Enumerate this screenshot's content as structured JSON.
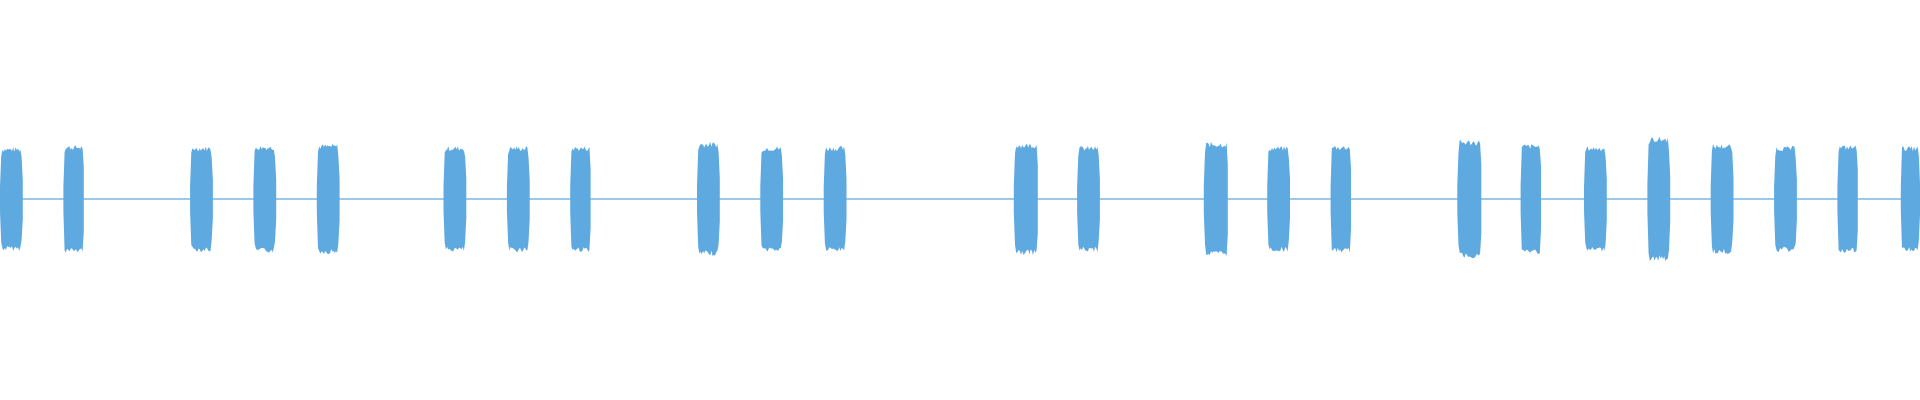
{
  "waveform": {
    "color": "#5DA9E0",
    "background": "#ffffff",
    "center_level": 0,
    "bursts": [
      {
        "start": 0.0,
        "end": 0.012,
        "peak": 0.5
      },
      {
        "start": 0.033,
        "end": 0.044,
        "peak": 0.52
      },
      {
        "start": 0.099,
        "end": 0.111,
        "peak": 0.51
      },
      {
        "start": 0.132,
        "end": 0.144,
        "peak": 0.52
      },
      {
        "start": 0.165,
        "end": 0.177,
        "peak": 0.53
      },
      {
        "start": 0.231,
        "end": 0.243,
        "peak": 0.51
      },
      {
        "start": 0.264,
        "end": 0.276,
        "peak": 0.51
      },
      {
        "start": 0.297,
        "end": 0.308,
        "peak": 0.51
      },
      {
        "start": 0.363,
        "end": 0.375,
        "peak": 0.55
      },
      {
        "start": 0.396,
        "end": 0.408,
        "peak": 0.51
      },
      {
        "start": 0.429,
        "end": 0.441,
        "peak": 0.51
      },
      {
        "start": 0.528,
        "end": 0.541,
        "peak": 0.54
      },
      {
        "start": 0.561,
        "end": 0.573,
        "peak": 0.51
      },
      {
        "start": 0.627,
        "end": 0.64,
        "peak": 0.55
      },
      {
        "start": 0.66,
        "end": 0.672,
        "peak": 0.51
      },
      {
        "start": 0.693,
        "end": 0.704,
        "peak": 0.52
      },
      {
        "start": 0.759,
        "end": 0.772,
        "peak": 0.57
      },
      {
        "start": 0.792,
        "end": 0.803,
        "peak": 0.53
      },
      {
        "start": 0.825,
        "end": 0.837,
        "peak": 0.51
      },
      {
        "start": 0.858,
        "end": 0.87,
        "peak": 0.6
      },
      {
        "start": 0.891,
        "end": 0.903,
        "peak": 0.53
      },
      {
        "start": 0.924,
        "end": 0.936,
        "peak": 0.51
      },
      {
        "start": 0.957,
        "end": 0.968,
        "peak": 0.52
      },
      {
        "start": 0.99,
        "end": 1.0,
        "peak": 0.51
      }
    ]
  }
}
